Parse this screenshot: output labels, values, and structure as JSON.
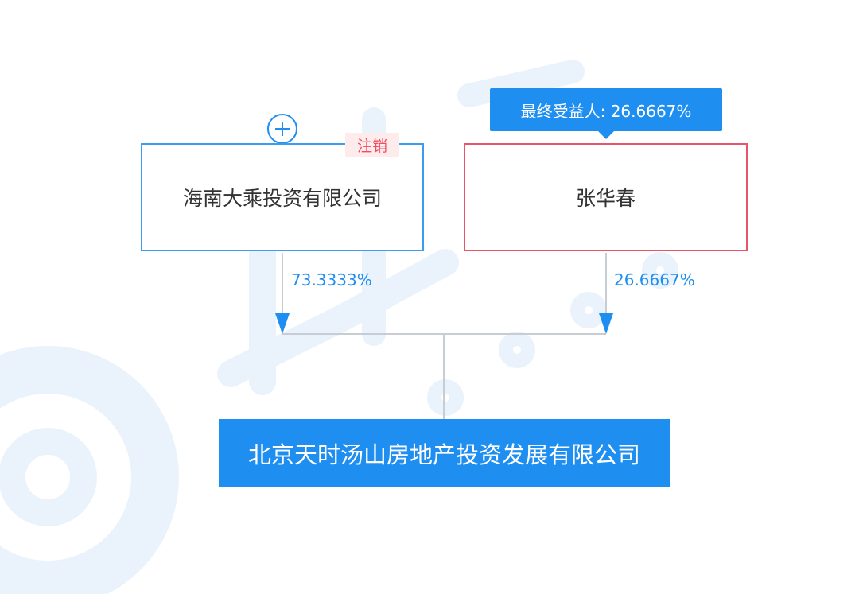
{
  "diagram": {
    "shareholders": [
      {
        "name": "海南大乘投资有限公司",
        "status_badge": "注销",
        "percent": "73.3333%"
      },
      {
        "name": "张华春",
        "beneficiary_label": "最终受益人: 26.6667%",
        "percent": "26.6667%"
      }
    ],
    "target_company": "北京天时汤山房地产投资发展有限公司",
    "expand_icon": "plus-circle-icon",
    "colors": {
      "accent_blue": "#1e8ef0",
      "company_border": "#3d9cf0",
      "person_border": "#e8546a",
      "badge_text": "#f04d5e",
      "badge_bg": "#fdeceb",
      "connector": "#c8cdd4",
      "arrow": "#1e8ef0"
    }
  }
}
